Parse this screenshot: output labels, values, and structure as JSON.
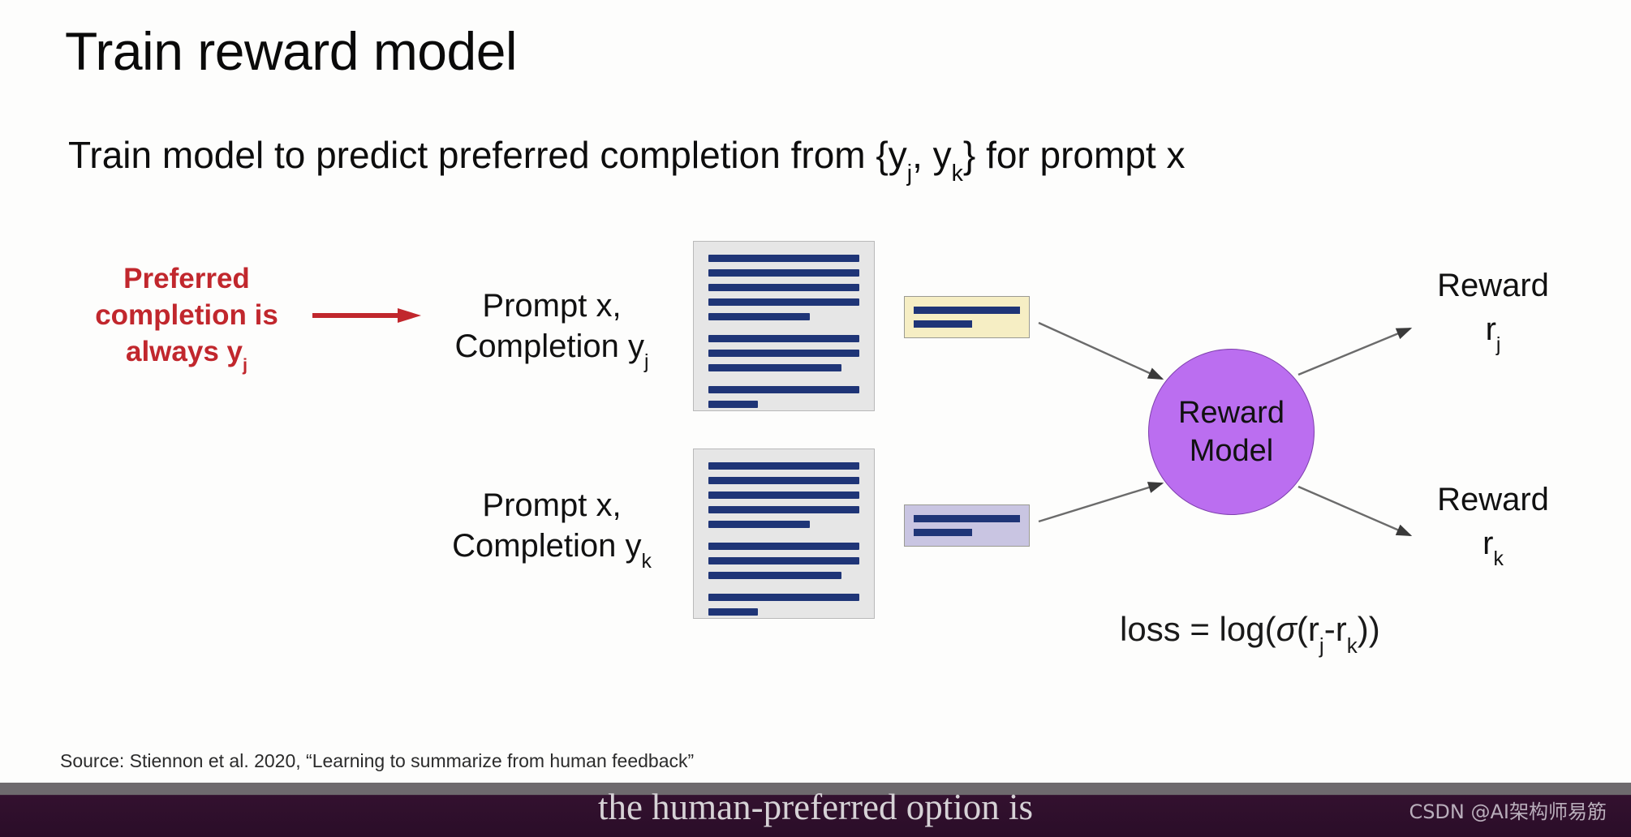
{
  "slide": {
    "title": "Train reward model",
    "subtitle": {
      "part1": "Train model to predict preferred completion from {y",
      "sub1": "j",
      "part2": ", y",
      "sub2": "k",
      "part3": "} for prompt x"
    },
    "red_note": {
      "line1": "Preferred",
      "line2": "completion is",
      "line3": "always y",
      "sub": "j"
    },
    "prompt_j": {
      "line1": "Prompt x,",
      "line2": "Completion  y",
      "sub": "j"
    },
    "prompt_k": {
      "line1": "Prompt x,",
      "line2": "Completion  y",
      "sub": "k"
    },
    "reward_model": {
      "line1": "Reward",
      "line2": "Model"
    },
    "reward_j": {
      "label": "Reward",
      "var": "r",
      "sub": "j"
    },
    "reward_k": {
      "label": "Reward",
      "var": "r",
      "sub": "k"
    },
    "loss": {
      "lhs": "loss = log(",
      "sigma": "σ",
      "open": "(r",
      "sub_j": "j",
      "minus": "-r",
      "sub_k": "k",
      "close": "))"
    },
    "source": "Source: Stiennon et al. 2020, “Learning to summarize from human feedback”"
  },
  "doc_card": {
    "line_widths": [
      100,
      100,
      100,
      100,
      67,
      0,
      100,
      100,
      88,
      0,
      100,
      33
    ]
  },
  "chip_j": {
    "line_widths": [
      100,
      55
    ],
    "fill": "#f6eec4",
    "border": "#9b9b93"
  },
  "chip_k": {
    "line_widths": [
      100,
      55
    ],
    "fill": "#c9c5e2",
    "border": "#9b9b93"
  },
  "colors": {
    "accent_red": "#c1272d",
    "doc_line_blue": "#1f3577",
    "doc_card_bg": "#e6e6e6",
    "reward_model_purple": "#bb6ef0",
    "slide_bg": "#fdfdfc"
  },
  "caption": {
    "text": "the human-preferred option is",
    "watermark": "CSDN @AI架构师易筋"
  }
}
